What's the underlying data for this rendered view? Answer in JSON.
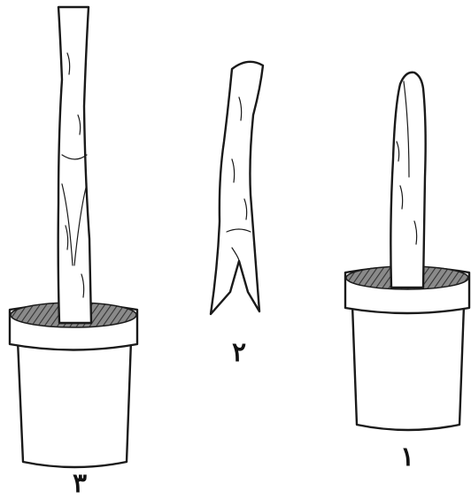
{
  "figure": {
    "panels": [
      {
        "id": "left",
        "label": "٣"
      },
      {
        "id": "middle",
        "label": "٢"
      },
      {
        "id": "right",
        "label": "١"
      }
    ]
  }
}
